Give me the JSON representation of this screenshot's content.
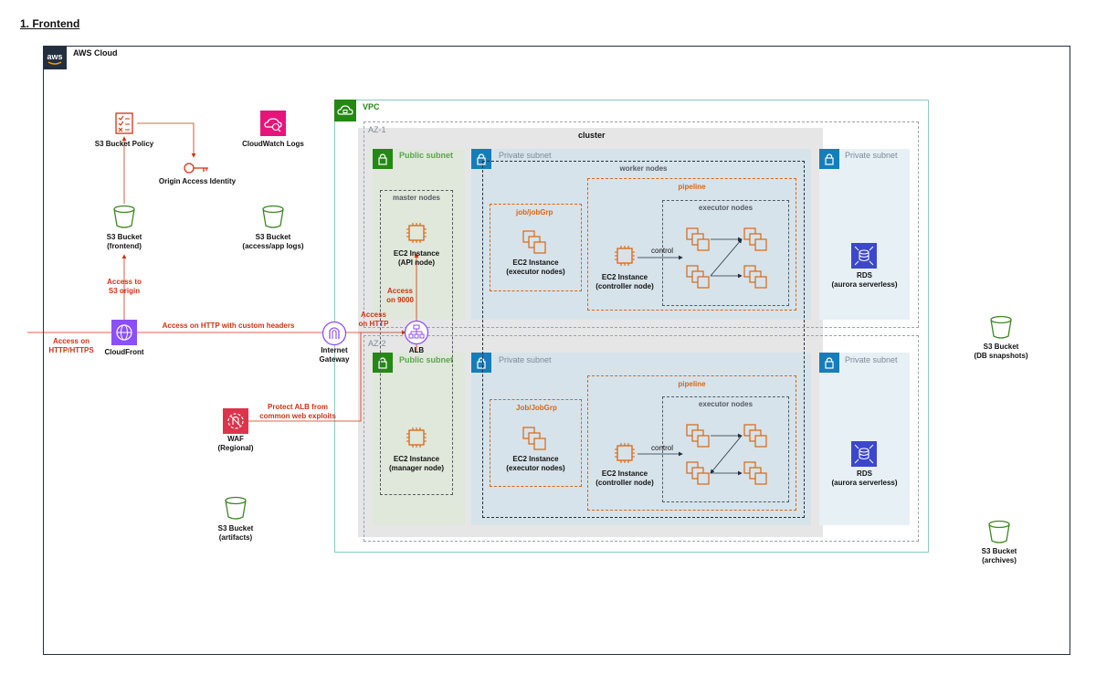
{
  "page_title": "1. Frontend",
  "aws_cloud_label": "AWS Cloud",
  "vpc_label": "VPC",
  "az1_label": "AZ-1",
  "az2_label": "AZ-2",
  "cluster_label": "cluster",
  "worker_nodes_label": "worker nodes",
  "master_nodes_label": "master nodes",
  "public_subnet_label": "Public subnet",
  "private_subnet_label": "Private subnet",
  "pipeline_label": "pipeline",
  "executor_nodes_label": "executor nodes",
  "job_az1_label": "job/jobGrp",
  "job_az2_label": "Job/JobGrp",
  "control_label": "control",
  "services": {
    "s3_bucket_policy": "S3 Bucket Policy",
    "origin_access_identity": "Origin Access Identity",
    "cloudwatch_logs": "CloudWatch Logs",
    "s3_frontend": "S3 Bucket\n(frontend)",
    "s3_logs": "S3 Bucket\n(access/app logs)",
    "cloudfront": "CloudFront",
    "internet_gateway": "Internet\nGateway",
    "alb": "ALB",
    "waf": "WAF\n(Regional)",
    "s3_artifacts": "S3 Bucket\n(artifacts)",
    "s3_db_snapshots": "S3 Bucket\n(DB snapshots)",
    "s3_archives": "S3 Bucket\n(archives)",
    "ec2_api": "EC2 Instance\n(API node)",
    "ec2_manager": "EC2 Instance\n(manager node)",
    "ec2_executor": "EC2 Instance\n(executor nodes)",
    "ec2_controller": "EC2 Instance\n(controller node)",
    "rds": "RDS\n(aurora serverless)"
  },
  "annotations": {
    "access_s3_origin": "Access to\nS3 origin",
    "access_http_https": "Access on\nHTTP/HTTPS",
    "access_http_custom": "Access on HTTP with custom headers",
    "access_http": "Access\non HTTP",
    "access_9000": "Access\non 9000",
    "protect_alb": "Protect ALB from\ncommon web exploits"
  },
  "colors": {
    "red_line": "#d13212",
    "s3_green": "#3f8624",
    "ec2_orange": "#d86613",
    "rds_blue": "#3b48cc",
    "pink": "#e7157b",
    "purple": "#8c4fff",
    "vpc_border": "#8fc9c0",
    "public_subnet_fill": "#dfe8da",
    "private_subnet_fill": "#d7e3ea",
    "private_light_fill": "#e7f0f5"
  }
}
